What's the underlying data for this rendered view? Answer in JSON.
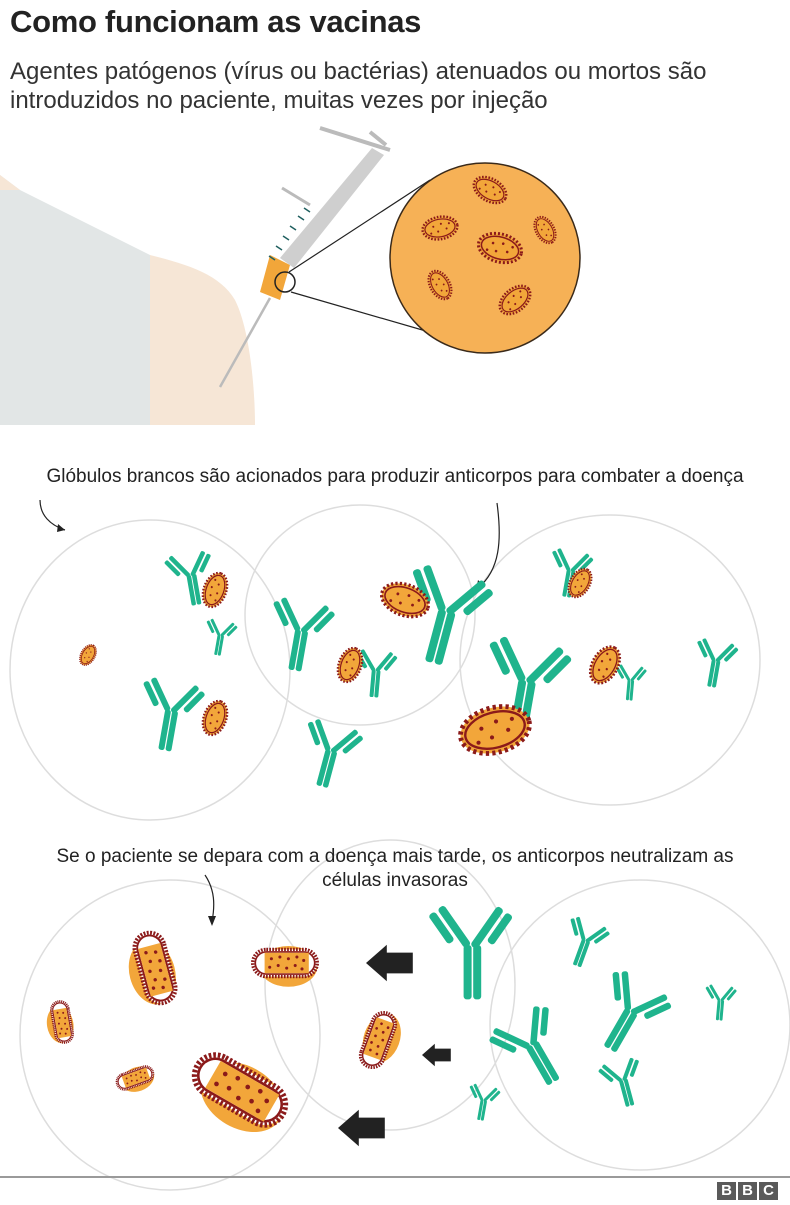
{
  "header": {
    "title": "Como funcionam as vacinas",
    "subtitle": "Agentes patógenos (vírus ou bactérias) atenuados ou mortos são introduzidos no paciente, muitas vezes por injeção"
  },
  "steps": [
    {
      "id": "injection",
      "caption": "",
      "elements": [
        "arm",
        "syringe",
        "magnified-pathogens"
      ]
    },
    {
      "id": "antibody-production",
      "caption": "Glóbulos brancos são acionados para produzir anticorpos para combater a doença",
      "elements": [
        "white-blood-cells",
        "antibodies",
        "weakened-pathogens"
      ]
    },
    {
      "id": "neutralization",
      "caption": "Se o paciente se depara com a doença mais tarde, os anticorpos neutralizam as células invasoras",
      "elements": [
        "pathogens",
        "antibodies",
        "arrows"
      ]
    }
  ],
  "colors": {
    "antibody": "#1fb48d",
    "pathogen_fill": "#f2a63a",
    "pathogen_outline": "#8b1a1a",
    "sleeve": "#e2e6e6",
    "skin": "#f6e6d6",
    "cell_outline": "#dddddd",
    "arrow": "#222222",
    "syringe": "#c8c8c8"
  },
  "footer": {
    "logo": [
      "B",
      "B",
      "C"
    ]
  }
}
